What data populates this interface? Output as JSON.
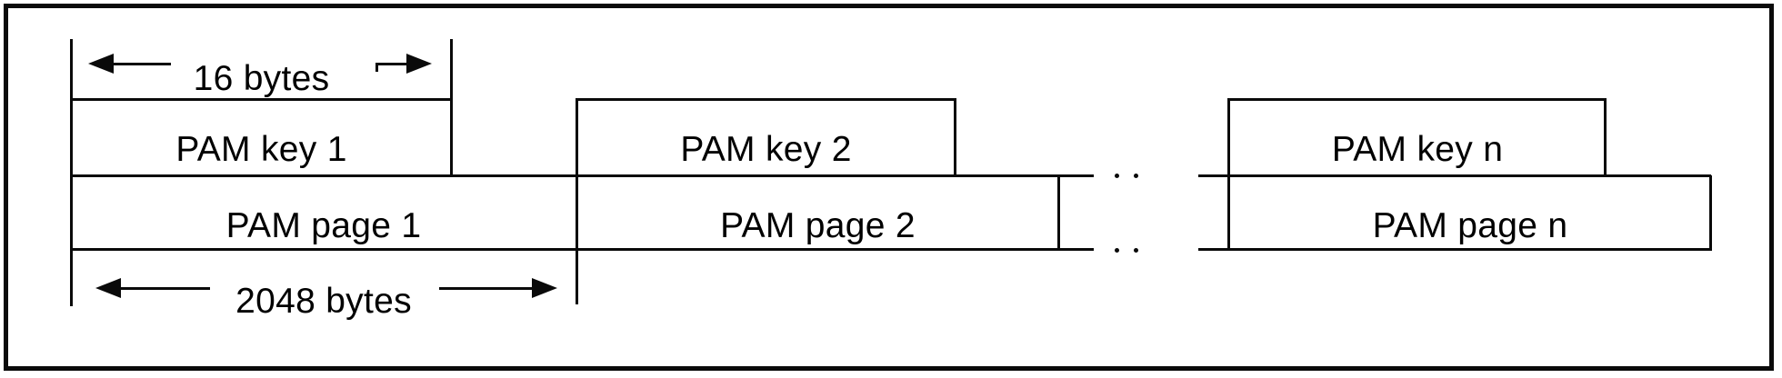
{
  "diagram": {
    "description": "PAM key / PAM page memory layout figure",
    "colors": {
      "background": "#ffffff",
      "line": "#0a0a0a",
      "text": "#000000"
    },
    "annotations": {
      "key_size": "16 bytes",
      "page_size": "2048 bytes"
    },
    "groups": [
      {
        "key": "PAM key 1",
        "page": "PAM page 1"
      },
      {
        "key": "PAM key 2",
        "page": "PAM page 2"
      },
      {
        "key": "PAM key n",
        "page": "PAM page n"
      }
    ]
  }
}
